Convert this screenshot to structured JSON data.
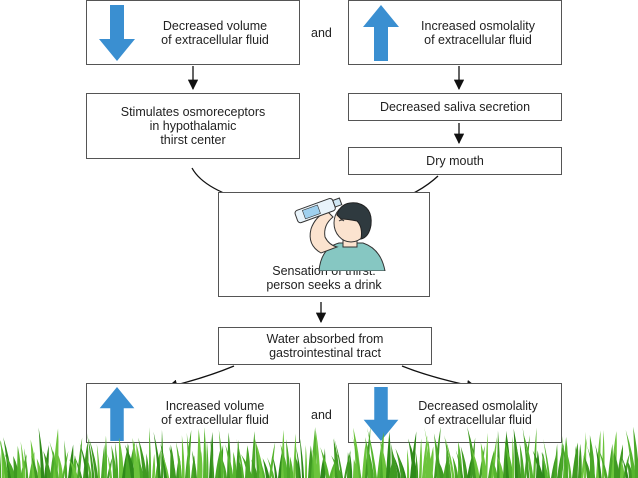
{
  "colors": {
    "arrow_blue": "#3a8fd1",
    "grass": "#4caf2a",
    "box_border": "#555555"
  },
  "diagram": {
    "top_left": "Decreased volume\nof extracellular fluid",
    "top_and": "and",
    "top_right": "Increased osmolality\nof extracellular fluid",
    "osmoreceptors": "Stimulates osmoreceptors\nin hypothalamic\nthirst center",
    "saliva": "Decreased saliva secretion",
    "dry_mouth": "Dry mouth",
    "thirst": "Sensation of thirst:\nperson seeks a drink",
    "water": "Water absorbed from\ngastrointestinal tract",
    "bottom_left": "Increased volume\nof extracellular fluid",
    "bottom_and": "and",
    "bottom_right": "Decreased osmolality\nof extracellular fluid"
  },
  "icons": {
    "top_left": "down-arrow-icon",
    "top_right": "up-arrow-icon",
    "bottom_left": "up-arrow-icon",
    "bottom_right": "down-arrow-icon",
    "illustration": "person-drinking-icon",
    "footer": "grass-decoration"
  }
}
